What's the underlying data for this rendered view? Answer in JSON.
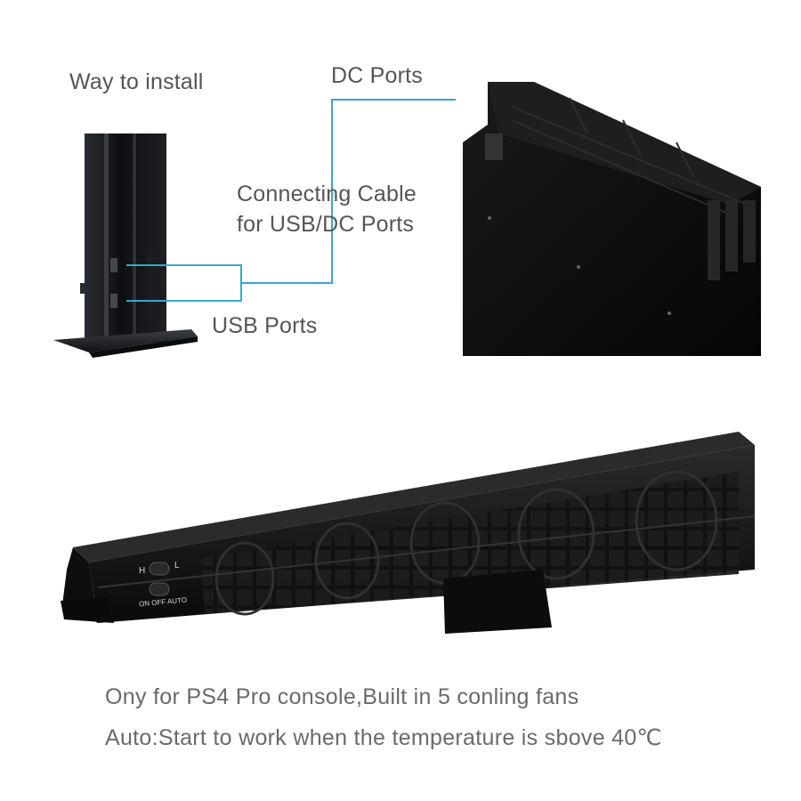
{
  "labels": {
    "way_to_install": "Way to install",
    "dc_ports": "DC Ports",
    "connecting_cable_line1": "Connecting Cable",
    "connecting_cable_line2": "for USB/DC Ports",
    "usb_ports": "USB Ports"
  },
  "device_switch": {
    "high": "H",
    "low": "L",
    "modes": "ON OFF AUTO"
  },
  "captions": {
    "line1": "Ony for PS4 Pro console,Built in 5 conling fans",
    "line2": "Auto:Start to work when the temperature is sbove 40℃"
  },
  "colors": {
    "callout_line": "#3aa7c9",
    "text": "#555555",
    "device": "#141414"
  }
}
